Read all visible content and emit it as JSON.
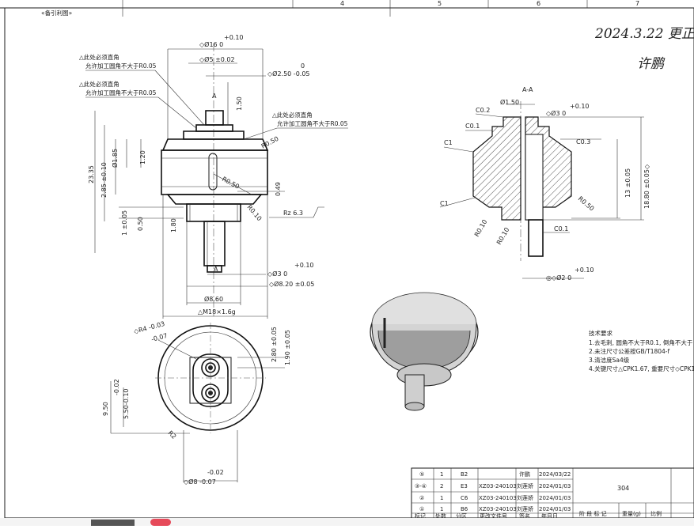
{
  "sheet": {
    "top_label": "«备引利图»",
    "zone_numbers": [
      "4",
      "5",
      "6",
      "7"
    ],
    "handwritten_line1": "2024.3.22 更正",
    "handwritten_line2": "许鹏"
  },
  "views": {
    "section_label": "A-A",
    "view_arrow_a": "A"
  },
  "dims": {
    "d16": "◇Ø16  0",
    "d16_tol": "+0.10",
    "d5": "◇Ø5 ±0.02",
    "d250": "◇Ø2.50 -0.05",
    "d250_zero": "0",
    "l150": "1.50",
    "l120": "1.20",
    "l185": "Ø1.85",
    "l285": "2.85 ±0.10",
    "l2335": "23.35",
    "l1": "1 ±0.05",
    "l050": "0.50",
    "l180": "1.80",
    "l049": "0.49",
    "r050a": "R0.50",
    "r050b": "R0.50",
    "r010": "R0.10",
    "rz": "Rz 6.3",
    "d3a": "◇Ø3  0",
    "d3a_tol": "+0.10",
    "d820": "◇Ø8.20 ±0.05",
    "d860": "Ø8.60",
    "m18": "△M18×1.6g",
    "note_corner1": "△此处必须直角",
    "note_corner1b": "允许加工圆角不大于R0.05",
    "note_corner2": "△此处必须直角",
    "note_corner2b": "允许加工圆角不大于R0.05",
    "note_corner3": "△此处必须直角",
    "note_corner3b": "允许加工圆角不大于R0.05",
    "sec_d150": "Ø1.50",
    "sec_c02": "C0.2",
    "sec_c01a": "C0.1",
    "sec_c1a": "C1",
    "sec_c1b": "C1",
    "sec_d3": "◇Ø3  0",
    "sec_d3_tol": "+0.10",
    "sec_c03": "C0.3",
    "sec_r050": "R0.50",
    "sec_r010a": "R0.10",
    "sec_r010b": "R0.10",
    "sec_c01b": "C0.1",
    "sec_13": "13 ±0.05",
    "sec_1880": "18.80 ±0.05◇",
    "sec_d2": "◎◇Ø2  0",
    "sec_d2_tol": "+0.10",
    "top_r4": "◇R4 -0.03",
    "top_r4b": "-0.07",
    "top_280": "2.80 ±0.05",
    "top_190": "1.90 ±0.05",
    "top_950": "9.50",
    "top_550": "5.50-0.10",
    "top_550b": "-0.02",
    "top_r2": "R2",
    "top_d8": "◇Ø8 -0.07",
    "top_d8b": "-0.02"
  },
  "requirements": {
    "title": "技术要求",
    "items": [
      "1.去毛刺, 圆角不大于R0.1, 倒角不大于",
      "2.未注尺寸公差按GB/T1804-f",
      "3.清洁度Sa4级",
      "4.关键尺寸△CPK1.67, 重要尺寸◇CPK1"
    ]
  },
  "title_block": {
    "rows": [
      {
        "mark": "⑤",
        "qty": "1",
        "zone": "B2",
        "doc": "",
        "name": "许鹏",
        "date": "2024/03/22"
      },
      {
        "mark": "③-④",
        "qty": "2",
        "zone": "E3",
        "doc": "XZ03-240103",
        "name": "刘莲娇",
        "date": "2024/01/03"
      },
      {
        "mark": "②",
        "qty": "1",
        "zone": "C6",
        "doc": "XZ03-240103",
        "name": "刘莲娇",
        "date": "2024/01/03"
      },
      {
        "mark": "①",
        "qty": "1",
        "zone": "B6",
        "doc": "XZ03-240103",
        "name": "刘莲娇",
        "date": "2024/01/03"
      }
    ],
    "header": [
      "标记",
      "处数",
      "分区",
      "更改文件号",
      "签名",
      "年月日"
    ],
    "material": "304",
    "stage_label": "阶 段 标 记",
    "weight_label": "重量(g)",
    "scale_label": "比例"
  }
}
